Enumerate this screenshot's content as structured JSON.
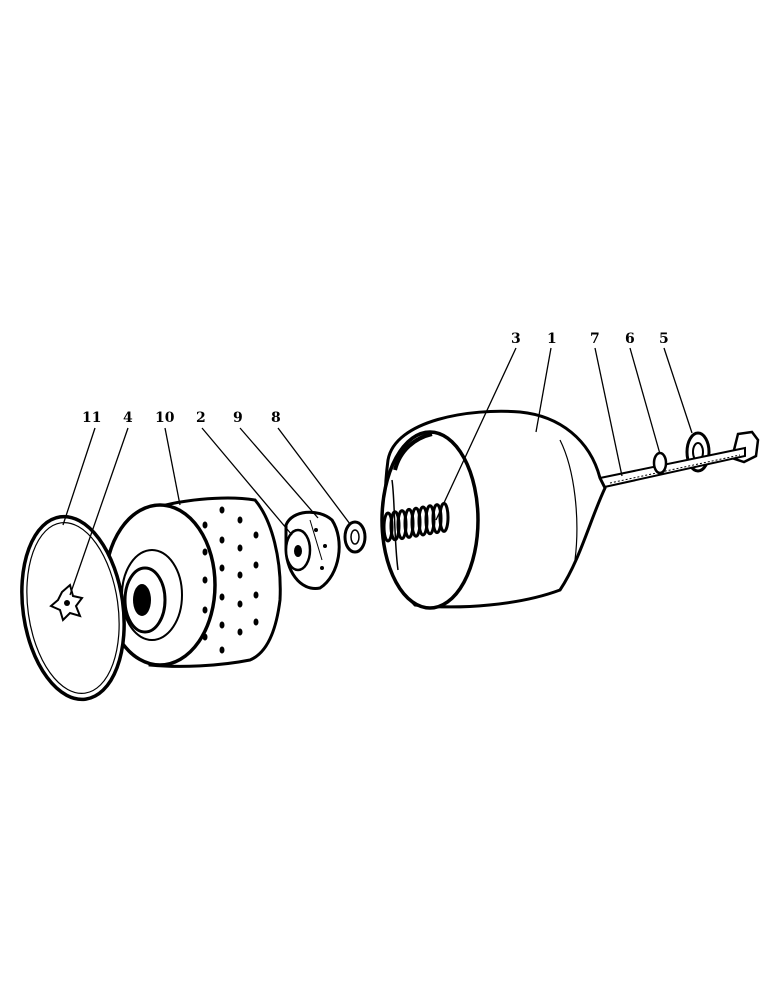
{
  "diagram": {
    "type": "exploded-parts-view",
    "callouts": [
      {
        "id": "part-1",
        "text": "1"
      },
      {
        "id": "part-2",
        "text": "2"
      },
      {
        "id": "part-3",
        "text": "3"
      },
      {
        "id": "part-4",
        "text": "4"
      },
      {
        "id": "part-5",
        "text": "5"
      },
      {
        "id": "part-6",
        "text": "6"
      },
      {
        "id": "part-7",
        "text": "7"
      },
      {
        "id": "part-8",
        "text": "8"
      },
      {
        "id": "part-9",
        "text": "9"
      },
      {
        "id": "part-10",
        "text": "10"
      },
      {
        "id": "part-11",
        "text": "11"
      }
    ],
    "colors": {
      "ink": "#000000",
      "paper": "#ffffff"
    }
  }
}
